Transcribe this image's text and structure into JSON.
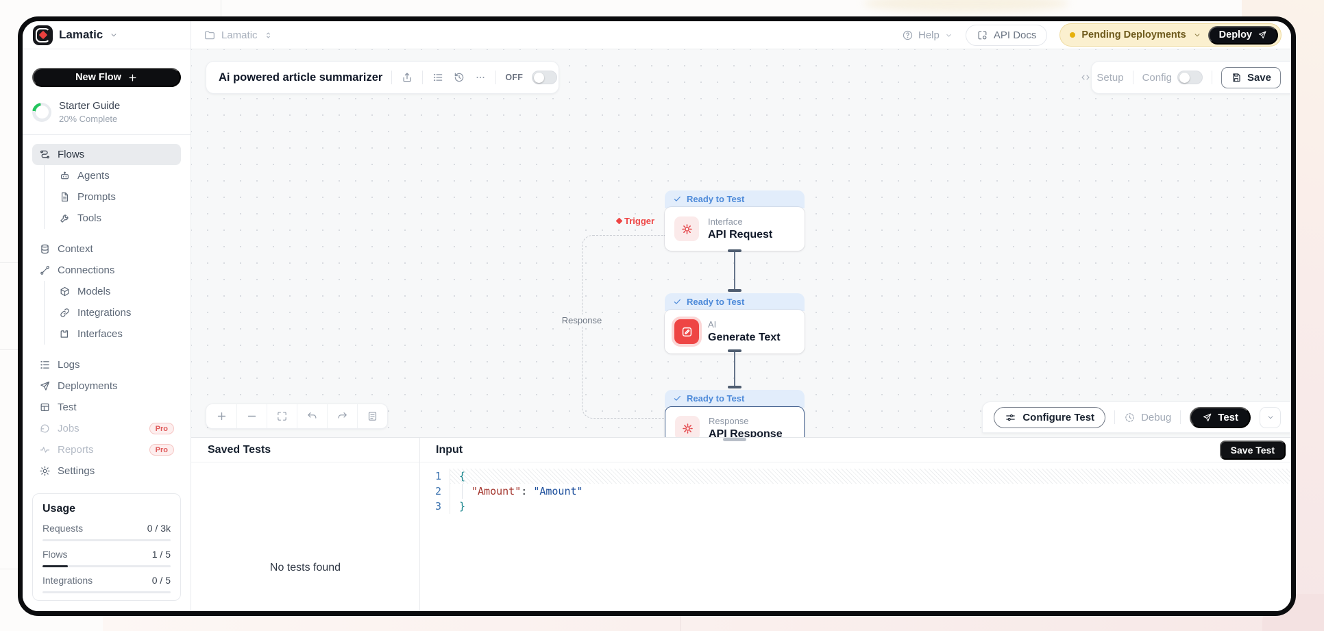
{
  "brand": {
    "name": "Lamatic"
  },
  "topbar": {
    "breadcrumb": "Lamatic",
    "help": "Help",
    "api_docs": "API Docs",
    "pending_deployments": "Pending Deployments",
    "deploy": "Deploy"
  },
  "sidebar": {
    "new_flow": "New Flow",
    "starter_guide": {
      "title": "Starter Guide",
      "subtitle": "20% Complete",
      "percent": 20
    },
    "nav": [
      {
        "label": "Flows",
        "icon": "flows-icon"
      },
      {
        "label": "Agents",
        "icon": "agents-icon"
      },
      {
        "label": "Prompts",
        "icon": "prompts-icon"
      },
      {
        "label": "Tools",
        "icon": "tools-icon"
      },
      {
        "label": "Context",
        "icon": "context-icon"
      },
      {
        "label": "Connections",
        "icon": "connections-icon"
      },
      {
        "label": "Models",
        "icon": "models-icon"
      },
      {
        "label": "Integrations",
        "icon": "integrations-icon"
      },
      {
        "label": "Interfaces",
        "icon": "interfaces-icon"
      },
      {
        "label": "Logs",
        "icon": "logs-icon"
      },
      {
        "label": "Deployments",
        "icon": "deployments-icon"
      },
      {
        "label": "Test",
        "icon": "test-icon"
      },
      {
        "label": "Jobs",
        "icon": "jobs-icon",
        "badge": "Pro"
      },
      {
        "label": "Reports",
        "icon": "reports-icon",
        "badge": "Pro"
      },
      {
        "label": "Settings",
        "icon": "settings-icon"
      }
    ],
    "usage": {
      "title": "Usage",
      "rows": [
        {
          "label": "Requests",
          "value": "0 / 3k",
          "percent": 0
        },
        {
          "label": "Flows",
          "value": "1 / 5",
          "percent": 20
        },
        {
          "label": "Integrations",
          "value": "0 / 5",
          "percent": 0
        }
      ]
    }
  },
  "flow": {
    "title": "Ai powered article summarizer",
    "off": "OFF",
    "setup": "Setup",
    "config": "Config",
    "save": "Save",
    "trigger": "Trigger",
    "response": "Response",
    "nodes": [
      {
        "status": "Ready to Test",
        "type": "Interface",
        "name": "API Request"
      },
      {
        "status": "Ready to Test",
        "type": "AI",
        "name": "Generate Text"
      },
      {
        "status": "Ready to Test",
        "type": "Response",
        "name": "API Response"
      }
    ]
  },
  "test_toolbar": {
    "configure": "Configure Test",
    "debug": "Debug",
    "test": "Test"
  },
  "bottom_panel": {
    "saved_tests": "Saved Tests",
    "input": "Input",
    "save_test": "Save Test",
    "empty": "No tests found",
    "code": {
      "gutter": [
        "1",
        "2",
        "3"
      ],
      "line1": "{",
      "line2_key": "\"Amount\"",
      "line2_sep": ": ",
      "line2_value": "\"Amount\"",
      "line3": "}"
    }
  },
  "colors": {
    "accent_red": "#ee4544",
    "badge_blue": "#4d8ad9",
    "pending_yellow": "#fbf0cf",
    "deploy_black": "#0d0f14",
    "usage_fill": "#20262e",
    "canvas_bg": "#f7f8f9"
  }
}
